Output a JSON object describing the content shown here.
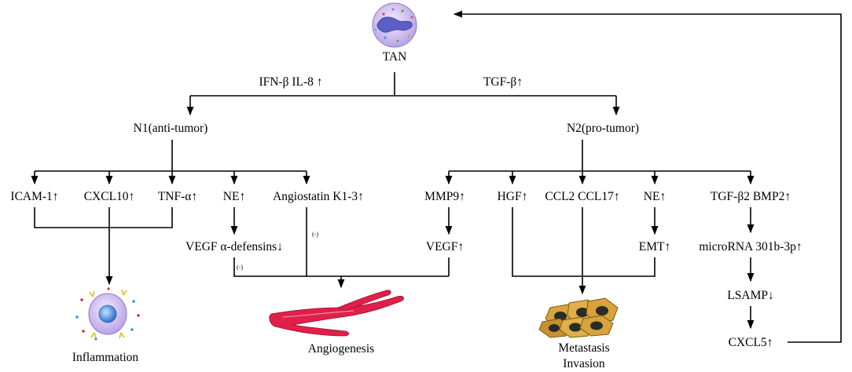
{
  "nodes": {
    "tan": "TAN",
    "left_signal": "IFN-β IL-8 ↑",
    "right_signal": "TGF-β↑",
    "n1": "N1(anti-tumor)",
    "n2": "N2(pro-tumor)",
    "icam1": "ICAM-1↑",
    "cxcl10": "CXCL10↑",
    "tnfa": "TNF-α↑",
    "ne_left": "NE↑",
    "angiostatin": "Angiostatin K1-3↑",
    "vegf_defensins": "VEGF α-defensins↓",
    "neg_a": "(-)",
    "neg_b": "(-)",
    "mmp9": "MMP9↑",
    "vegf_up": "VEGF↑",
    "hgf": "HGF↑",
    "ccl": "CCL2 CCL17↑",
    "ne_right": "NE↑",
    "emt": "EMT↑",
    "tgfb2": "TGF-β2 BMP2↑",
    "microrna": "microRNA 301b-3p↑",
    "lsamp": "LSAMP↓",
    "cxcl5": "CXCL5↑",
    "inflammation": "Inflammation",
    "angiogenesis": "Angiogenesis",
    "metastasis": "Metastasis",
    "invasion": "Invasion"
  },
  "icons": [
    "neutrophil-cell-icon",
    "inflammatory-cell-icon",
    "blood-vessel-icon",
    "tumor-cells-icon"
  ],
  "colors": {
    "cell_fill": "#d9c8f2",
    "nucleus": "#5b5fc7",
    "vessel": "#e0204a",
    "tumor_cell": "#d8a23c",
    "tumor_nucleus": "#2a2a2a"
  }
}
